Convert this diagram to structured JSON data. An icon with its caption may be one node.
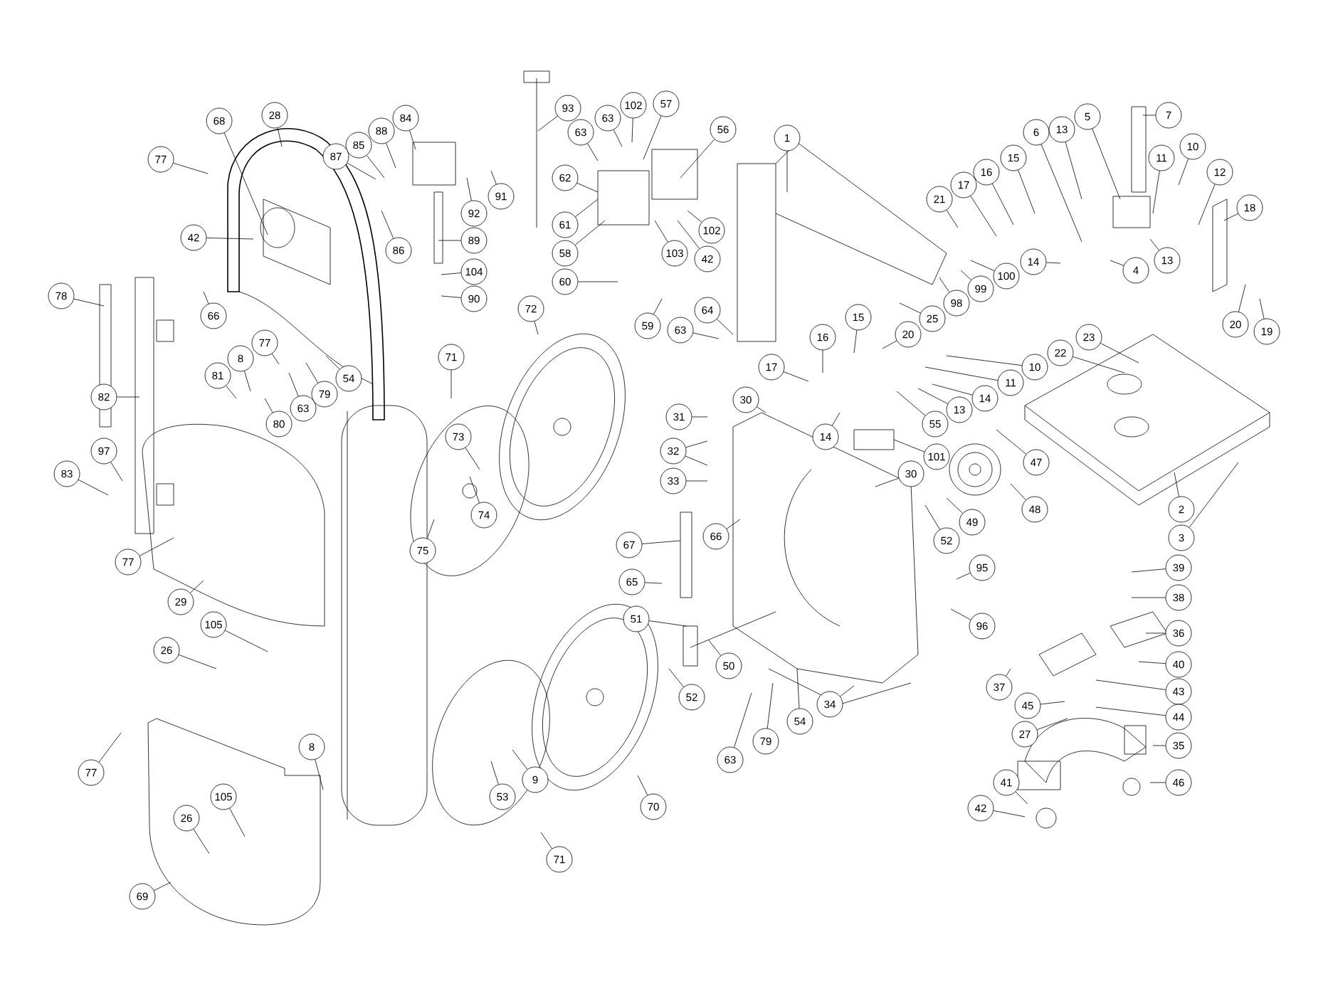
{
  "diagram": {
    "nodes": [
      {
        "text": [
          "77"
        ]
      },
      {
        "text": [
          "68"
        ]
      },
      {
        "text": [
          "28"
        ]
      },
      {
        "text": [
          "42"
        ]
      },
      {
        "text": [
          "78"
        ]
      },
      {
        "text": [
          "66"
        ]
      },
      {
        "text": [
          "77"
        ]
      },
      {
        "text": [
          "8"
        ]
      },
      {
        "text": [
          "81"
        ]
      },
      {
        "text": [
          "63"
        ]
      },
      {
        "text": [
          "79"
        ]
      },
      {
        "text": [
          "54"
        ]
      },
      {
        "text": [
          "80"
        ]
      },
      {
        "text": [
          "82"
        ]
      },
      {
        "text": [
          "97"
        ]
      },
      {
        "text": [
          "83"
        ]
      },
      {
        "text": [
          "84"
        ]
      },
      {
        "text": [
          "88"
        ]
      },
      {
        "text": [
          "85"
        ]
      },
      {
        "text": [
          "87"
        ]
      },
      {
        "text": [
          "86"
        ]
      },
      {
        "text": [
          "92"
        ]
      },
      {
        "text": [
          "91"
        ]
      },
      {
        "text": [
          "89"
        ]
      },
      {
        "text": [
          "104"
        ]
      },
      {
        "text": [
          "90"
        ]
      },
      {
        "text": [
          "93"
        ]
      },
      {
        "text": [
          "63"
        ]
      },
      {
        "text": [
          "63"
        ]
      },
      {
        "text": [
          "102"
        ]
      },
      {
        "text": [
          "57"
        ]
      },
      {
        "text": [
          "56"
        ]
      },
      {
        "text": [
          "62"
        ]
      },
      {
        "text": [
          "61"
        ]
      },
      {
        "text": [
          "58"
        ]
      },
      {
        "text": [
          "60"
        ]
      },
      {
        "text": [
          "103"
        ]
      },
      {
        "text": [
          "102"
        ]
      },
      {
        "text": [
          "42"
        ]
      },
      {
        "text": [
          "59"
        ]
      },
      {
        "text": [
          "1"
        ]
      },
      {
        "text": [
          "64"
        ]
      },
      {
        "text": [
          "63"
        ]
      },
      {
        "text": [
          "72"
        ]
      },
      {
        "text": [
          "71"
        ]
      },
      {
        "text": [
          "73"
        ]
      },
      {
        "text": [
          "74"
        ]
      },
      {
        "text": [
          "21"
        ]
      },
      {
        "text": [
          "17"
        ]
      },
      {
        "text": [
          "16"
        ]
      },
      {
        "text": [
          "15"
        ]
      },
      {
        "text": [
          "6"
        ]
      },
      {
        "text": [
          "13"
        ]
      },
      {
        "text": [
          "5"
        ]
      },
      {
        "text": [
          "7"
        ]
      },
      {
        "text": [
          "11"
        ]
      },
      {
        "text": [
          "10"
        ]
      },
      {
        "text": [
          "12"
        ]
      },
      {
        "text": [
          "18"
        ]
      },
      {
        "text": [
          "14"
        ]
      },
      {
        "text": [
          "4"
        ]
      },
      {
        "text": [
          "13"
        ]
      },
      {
        "text": [
          "100"
        ]
      },
      {
        "text": [
          "99"
        ]
      },
      {
        "text": [
          "98"
        ]
      },
      {
        "text": [
          "20"
        ]
      },
      {
        "text": [
          "19"
        ]
      },
      {
        "text": [
          "17"
        ]
      },
      {
        "text": [
          "16"
        ]
      },
      {
        "text": [
          "15"
        ]
      },
      {
        "text": [
          "25"
        ]
      },
      {
        "text": [
          "20"
        ]
      },
      {
        "text": [
          "23"
        ]
      },
      {
        "text": [
          "22"
        ]
      },
      {
        "text": [
          "10"
        ]
      },
      {
        "text": [
          "11"
        ]
      },
      {
        "text": [
          "14"
        ]
      },
      {
        "text": [
          "13"
        ]
      },
      {
        "text": [
          "55"
        ]
      },
      {
        "text": [
          "14"
        ]
      },
      {
        "text": [
          "30"
        ]
      },
      {
        "text": [
          "31"
        ]
      },
      {
        "text": [
          "32"
        ]
      },
      {
        "text": [
          "33"
        ]
      },
      {
        "text": [
          "101"
        ]
      },
      {
        "text": [
          "30"
        ]
      },
      {
        "text": [
          "47"
        ]
      },
      {
        "text": [
          "48"
        ]
      },
      {
        "text": [
          "49"
        ]
      },
      {
        "text": [
          "2"
        ]
      },
      {
        "text": [
          "3"
        ]
      },
      {
        "text": [
          "52"
        ]
      },
      {
        "text": [
          "75"
        ]
      },
      {
        "text": [
          "67"
        ]
      },
      {
        "text": [
          "66"
        ]
      },
      {
        "text": [
          "65"
        ]
      },
      {
        "text": [
          "77"
        ]
      },
      {
        "text": [
          "29"
        ]
      },
      {
        "text": [
          "105"
        ]
      },
      {
        "text": [
          "26"
        ]
      },
      {
        "text": [
          "51"
        ]
      },
      {
        "text": [
          "50"
        ]
      },
      {
        "text": [
          "52"
        ]
      },
      {
        "text": [
          "34"
        ]
      },
      {
        "text": [
          "54"
        ]
      },
      {
        "text": [
          "79"
        ]
      },
      {
        "text": [
          "63"
        ]
      },
      {
        "text": [
          "70"
        ]
      },
      {
        "text": [
          "9"
        ]
      },
      {
        "text": [
          "53"
        ]
      },
      {
        "text": [
          "71"
        ]
      },
      {
        "text": [
          "95"
        ]
      },
      {
        "text": [
          "96"
        ]
      },
      {
        "text": [
          "39"
        ]
      },
      {
        "text": [
          "38"
        ]
      },
      {
        "text": [
          "36"
        ]
      },
      {
        "text": [
          "40"
        ]
      },
      {
        "text": [
          "37"
        ]
      },
      {
        "text": [
          "43"
        ]
      },
      {
        "text": [
          "45"
        ]
      },
      {
        "text": [
          "44"
        ]
      },
      {
        "text": [
          "27"
        ]
      },
      {
        "text": [
          "35"
        ]
      },
      {
        "text": [
          "46"
        ]
      },
      {
        "text": [
          "41"
        ]
      },
      {
        "text": [
          "42"
        ]
      },
      {
        "text": [
          "77"
        ]
      },
      {
        "text": [
          "8"
        ]
      },
      {
        "text": [
          "105"
        ]
      },
      {
        "text": [
          "26"
        ]
      },
      {
        "text": [
          "69"
        ]
      }
    ],
    "edges": [
      {
        "from": 0,
        "to": null,
        "arrow": "none"
      },
      {
        "from": 1,
        "to": null,
        "arrow": "none"
      },
      {
        "from": 2,
        "to": null,
        "arrow": "none"
      },
      {
        "from": 3,
        "to": null,
        "arrow": "none"
      },
      {
        "from": 4,
        "to": null,
        "arrow": "none"
      },
      {
        "from": 5,
        "to": null,
        "arrow": "none"
      },
      {
        "from": 6,
        "to": null,
        "arrow": "none"
      },
      {
        "from": 7,
        "to": null,
        "arrow": "none"
      },
      {
        "from": 8,
        "to": null,
        "arrow": "none"
      },
      {
        "from": 9,
        "to": null,
        "arrow": "none"
      },
      {
        "from": 10,
        "to": null,
        "arrow": "none"
      },
      {
        "from": 11,
        "to": null,
        "arrow": "none"
      },
      {
        "from": 12,
        "to": null,
        "arrow": "none"
      },
      {
        "from": 13,
        "to": null,
        "arrow": "none"
      },
      {
        "from": 14,
        "to": null,
        "arrow": "none"
      },
      {
        "from": 15,
        "to": null,
        "arrow": "none"
      },
      {
        "from": 16,
        "to": null,
        "arrow": "none"
      },
      {
        "from": 17,
        "to": null,
        "arrow": "none"
      },
      {
        "from": 18,
        "to": null,
        "arrow": "none"
      },
      {
        "from": 19,
        "to": null,
        "arrow": "none"
      },
      {
        "from": 20,
        "to": null,
        "arrow": "none"
      },
      {
        "from": 21,
        "to": null,
        "arrow": "none"
      },
      {
        "from": 22,
        "to": null,
        "arrow": "none"
      },
      {
        "from": 23,
        "to": null,
        "arrow": "none"
      },
      {
        "from": 24,
        "to": null,
        "arrow": "none"
      },
      {
        "from": 25,
        "to": null,
        "arrow": "none"
      },
      {
        "from": 26,
        "to": null,
        "arrow": "none"
      },
      {
        "from": 27,
        "to": null,
        "arrow": "none"
      },
      {
        "from": 28,
        "to": null,
        "arrow": "none"
      },
      {
        "from": 29,
        "to": null,
        "arrow": "none"
      },
      {
        "from": 30,
        "to": null,
        "arrow": "none"
      },
      {
        "from": 31,
        "to": null,
        "arrow": "none"
      },
      {
        "from": 32,
        "to": null,
        "arrow": "none"
      },
      {
        "from": 33,
        "to": null,
        "arrow": "none"
      },
      {
        "from": 34,
        "to": null,
        "arrow": "none"
      },
      {
        "from": 35,
        "to": null,
        "arrow": "none"
      },
      {
        "from": 36,
        "to": null,
        "arrow": "none"
      },
      {
        "from": 37,
        "to": null,
        "arrow": "none"
      },
      {
        "from": 38,
        "to": null,
        "arrow": "none"
      },
      {
        "from": 39,
        "to": null,
        "arrow": "none"
      },
      {
        "from": 40,
        "to": null,
        "arrow": "none"
      },
      {
        "from": 41,
        "to": null,
        "arrow": "none"
      },
      {
        "from": 42,
        "to": null,
        "arrow": "none"
      },
      {
        "from": 43,
        "to": null,
        "arrow": "none"
      },
      {
        "from": 44,
        "to": null,
        "arrow": "none"
      },
      {
        "from": 45,
        "to": null,
        "arrow": "none"
      },
      {
        "from": 46,
        "to": null,
        "arrow": "none"
      },
      {
        "from": 47,
        "to": null,
        "arrow": "none"
      },
      {
        "from": 48,
        "to": null,
        "arrow": "none"
      },
      {
        "from": 49,
        "to": null,
        "arrow": "none"
      },
      {
        "from": 50,
        "to": null,
        "arrow": "none"
      },
      {
        "from": 51,
        "to": null,
        "arrow": "none"
      },
      {
        "from": 52,
        "to": null,
        "arrow": "none"
      },
      {
        "from": 53,
        "to": null,
        "arrow": "none"
      },
      {
        "from": 54,
        "to": null,
        "arrow": "none"
      },
      {
        "from": 55,
        "to": null,
        "arrow": "none"
      },
      {
        "from": 56,
        "to": null,
        "arrow": "none"
      },
      {
        "from": 57,
        "to": null,
        "arrow": "none"
      },
      {
        "from": 58,
        "to": null,
        "arrow": "none"
      },
      {
        "from": 59,
        "to": null,
        "arrow": "none"
      },
      {
        "from": 60,
        "to": null,
        "arrow": "none"
      },
      {
        "from": 61,
        "to": null,
        "arrow": "none"
      },
      {
        "from": 62,
        "to": null,
        "arrow": "none"
      },
      {
        "from": 63,
        "to": null,
        "arrow": "none"
      },
      {
        "from": 64,
        "to": null,
        "arrow": "none"
      },
      {
        "from": 65,
        "to": null,
        "arrow": "none"
      },
      {
        "from": 66,
        "to": null,
        "arrow": "none"
      },
      {
        "from": 67,
        "to": null,
        "arrow": "none"
      },
      {
        "from": 68,
        "to": null,
        "arrow": "none"
      },
      {
        "from": 69,
        "to": null,
        "arrow": "none"
      },
      {
        "from": 70,
        "to": null,
        "arrow": "none"
      },
      {
        "from": 71,
        "to": null,
        "arrow": "none"
      },
      {
        "from": 72,
        "to": null,
        "arrow": "none"
      },
      {
        "from": 73,
        "to": null,
        "arrow": "none"
      },
      {
        "from": 74,
        "to": null,
        "arrow": "none"
      },
      {
        "from": 75,
        "to": null,
        "arrow": "none"
      },
      {
        "from": 76,
        "to": null,
        "arrow": "none"
      },
      {
        "from": 77,
        "to": null,
        "arrow": "none"
      },
      {
        "from": 78,
        "to": null,
        "arrow": "none"
      },
      {
        "from": 79,
        "to": null,
        "arrow": "none"
      },
      {
        "from": 80,
        "to": null,
        "arrow": "none"
      },
      {
        "from": 81,
        "to": null,
        "arrow": "none"
      },
      {
        "from": 82,
        "to": null,
        "arrow": "none"
      },
      {
        "from": 82,
        "to": null,
        "arrow": "none"
      },
      {
        "from": 83,
        "to": null,
        "arrow": "none"
      },
      {
        "from": 84,
        "to": null,
        "arrow": "none"
      },
      {
        "from": 85,
        "to": null,
        "arrow": "none"
      },
      {
        "from": 86,
        "to": null,
        "arrow": "none"
      },
      {
        "from": 87,
        "to": null,
        "arrow": "none"
      },
      {
        "from": 88,
        "to": null,
        "arrow": "none"
      },
      {
        "from": 89,
        "to": null,
        "arrow": "none"
      },
      {
        "from": 90,
        "to": null,
        "arrow": "none"
      },
      {
        "from": 91,
        "to": null,
        "arrow": "none"
      },
      {
        "from": 92,
        "to": null,
        "arrow": "none"
      },
      {
        "from": 93,
        "to": null,
        "arrow": "none"
      },
      {
        "from": 94,
        "to": null,
        "arrow": "none"
      },
      {
        "from": 95,
        "to": null,
        "arrow": "none"
      },
      {
        "from": 96,
        "to": null,
        "arrow": "none"
      },
      {
        "from": 97,
        "to": null,
        "arrow": "none"
      },
      {
        "from": 98,
        "to": null,
        "arrow": "none"
      },
      {
        "from": 99,
        "to": null,
        "arrow": "none"
      },
      {
        "from": 100,
        "to": null,
        "arrow": "none"
      },
      {
        "from": 101,
        "to": null,
        "arrow": "none"
      },
      {
        "from": 102,
        "to": null,
        "arrow": "none"
      },
      {
        "from": 103,
        "to": null,
        "arrow": "none"
      },
      {
        "from": 104,
        "to": null,
        "arrow": "none"
      },
      {
        "from": 105,
        "to": null,
        "arrow": "none"
      },
      {
        "from": 106,
        "to": null,
        "arrow": "none"
      },
      {
        "from": 107,
        "to": null,
        "arrow": "none"
      },
      {
        "from": 108,
        "to": null,
        "arrow": "none"
      },
      {
        "from": 109,
        "to": null,
        "arrow": "none"
      },
      {
        "from": 110,
        "to": null,
        "arrow": "none"
      },
      {
        "from": 111,
        "to": null,
        "arrow": "none"
      },
      {
        "from": 112,
        "to": null,
        "arrow": "none"
      },
      {
        "from": 113,
        "to": null,
        "arrow": "none"
      },
      {
        "from": 114,
        "to": null,
        "arrow": "none"
      },
      {
        "from": 115,
        "to": null,
        "arrow": "none"
      },
      {
        "from": 116,
        "to": null,
        "arrow": "none"
      },
      {
        "from": 117,
        "to": null,
        "arrow": "none"
      },
      {
        "from": 118,
        "to": null,
        "arrow": "none"
      },
      {
        "from": 119,
        "to": null,
        "arrow": "none"
      },
      {
        "from": 120,
        "to": null,
        "arrow": "none"
      },
      {
        "from": 121,
        "to": null,
        "arrow": "none"
      },
      {
        "from": 122,
        "to": null,
        "arrow": "none"
      },
      {
        "from": 123,
        "to": null,
        "arrow": "none"
      },
      {
        "from": 124,
        "to": null,
        "arrow": "none"
      },
      {
        "from": 125,
        "to": null,
        "arrow": "none"
      },
      {
        "from": 126,
        "to": null,
        "arrow": "none"
      },
      {
        "from": 127,
        "to": null,
        "arrow": "none"
      },
      {
        "from": 128,
        "to": null,
        "arrow": "none"
      },
      {
        "from": 129,
        "to": null,
        "arrow": "none"
      },
      {
        "from": 130,
        "to": null,
        "arrow": "none"
      }
    ]
  }
}
